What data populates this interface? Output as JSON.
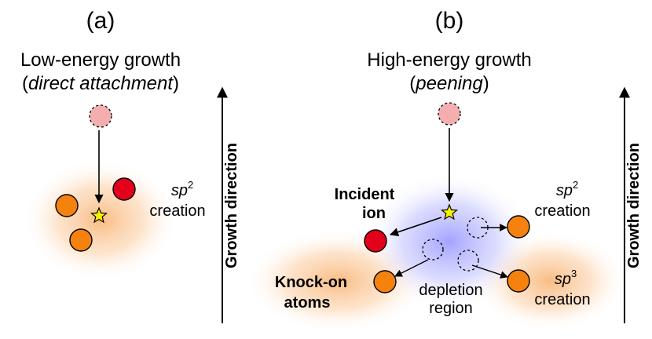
{
  "panels": {
    "a": {
      "label": "(a)",
      "title_line1": "Low-energy growth",
      "title_open": "(",
      "title_italic": "direct attachment",
      "title_close": ")",
      "sp2_base": "sp",
      "sp2_sup": "2",
      "creation": "creation"
    },
    "b": {
      "label": "(b)",
      "title_line1": "High-energy growth",
      "title_open": "(",
      "title_italic": "peening",
      "title_close": ")",
      "incident_line1": "Incident",
      "incident_line2": "ion",
      "knock_line1": "Knock-on",
      "knock_line2": "atoms",
      "depletion_line1": "depletion",
      "depletion_line2": "region",
      "sp2_base": "sp",
      "sp2_sup": "2",
      "sp3_base": "sp",
      "sp3_sup": "3",
      "creation": "creation"
    }
  },
  "growth_direction_label": "Growth direction",
  "colors": {
    "incident_ion": "#f4aeb0",
    "sp2_atom": "#e3001b",
    "carbon_atom": "#f5820f",
    "star": "#f7f000",
    "depletion_glow": "#8c8cff",
    "sp_glow": "#f7a55a"
  }
}
